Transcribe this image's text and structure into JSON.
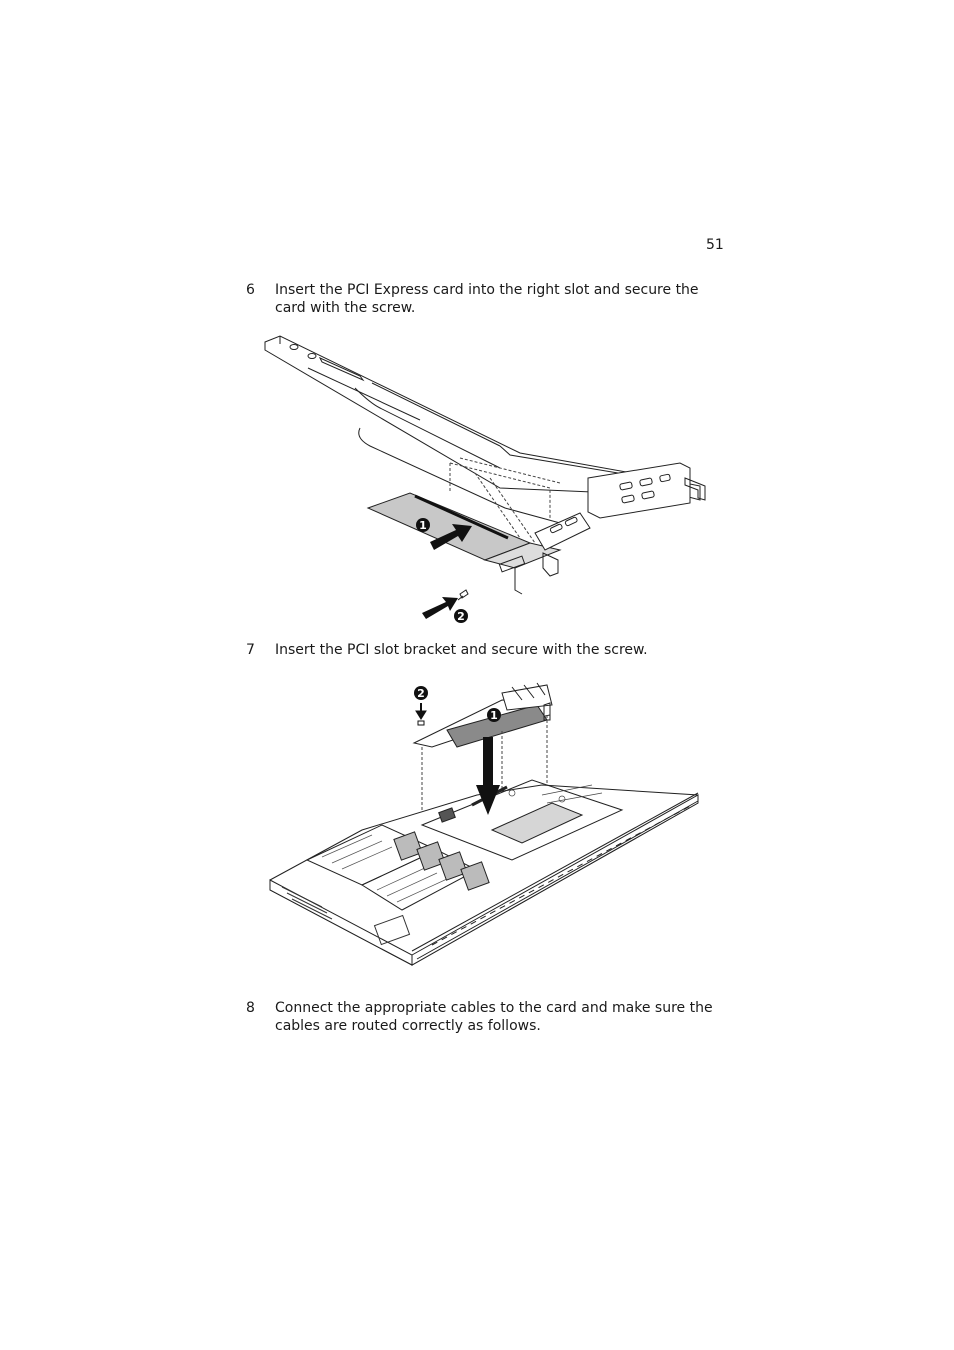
{
  "page_number": "51",
  "steps": [
    {
      "number": "6",
      "text": "Insert the PCI Express card into the right slot and secure the card with the screw."
    },
    {
      "number": "7",
      "text": "Insert the PCI slot bracket and secure with the screw."
    },
    {
      "number": "8",
      "text": "Connect the appropriate cables to the card and make sure the cables are routed correctly as follows."
    }
  ],
  "figure1": {
    "callouts": [
      "1",
      "2"
    ]
  },
  "figure2": {
    "callouts": [
      "1",
      "2"
    ]
  }
}
